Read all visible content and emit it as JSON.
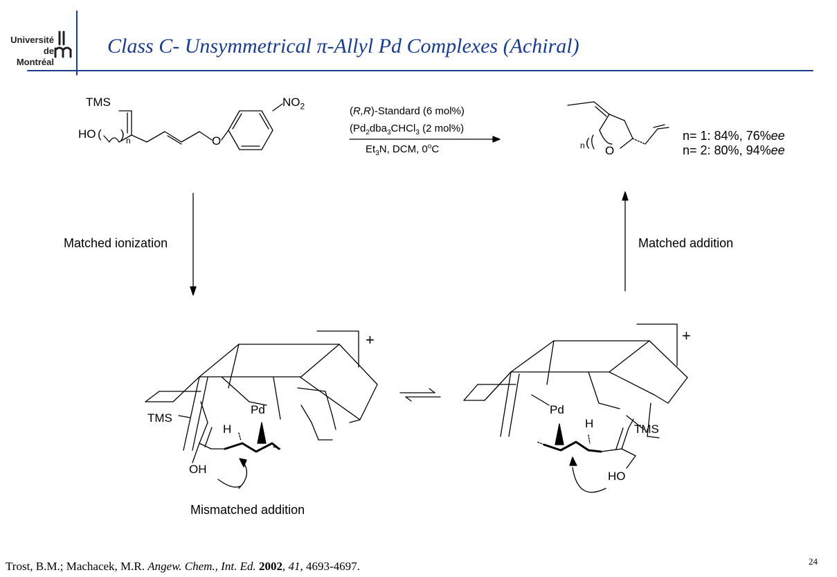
{
  "header": {
    "logo_line1": "Université",
    "logo_line2": "de Montréal",
    "title": "Class C- Unsymmetrical π-Allyl Pd Complexes (Achiral)",
    "accent_color": "#1a3c8c"
  },
  "reaction": {
    "substrate": {
      "tms": "TMS",
      "ho": "HO",
      "n": "n",
      "o": "O",
      "no2_main": "NO",
      "no2_sub": "2"
    },
    "conditions": {
      "line1_pre": "(",
      "line1_rr": "R,R",
      "line1_post": ")-Standard (6 mol%)",
      "line2_a": "(Pd",
      "line2_b": "2",
      "line2_c": "dba",
      "line2_d": "3",
      "line2_e": "CHCl",
      "line2_f": "3",
      "line2_g": " (2 mol%)",
      "line3_a": "Et",
      "line3_b": "3",
      "line3_c": "N, DCM, 0",
      "line3_d": "o",
      "line3_e": "C"
    },
    "product": {
      "n": "n",
      "o": "O"
    },
    "results": [
      {
        "prefix": "n= 1: 84%, 76%",
        "ee": "ee"
      },
      {
        "prefix": "n= 2: 80%, 94%",
        "ee": "ee"
      }
    ]
  },
  "labels": {
    "matched_ionization": "Matched ionization",
    "matched_addition": "Matched addition",
    "mismatched_addition": "Mismatched addition"
  },
  "complexes": {
    "left": {
      "pd": "Pd",
      "tms": "TMS",
      "h": "H",
      "oh": "OH",
      "charge": "+"
    },
    "right": {
      "pd": "Pd",
      "tms": "TMS",
      "h": "H",
      "ho": "HO",
      "charge": "+"
    }
  },
  "footer": {
    "citation_authors": "Trost, B.M.; Machacek, M.R. ",
    "citation_journal": "Angew. Chem., Int. Ed.",
    "citation_year": "2002",
    "citation_volume": "41",
    "citation_pages": ", 4693-4697.",
    "page_number": "24"
  }
}
